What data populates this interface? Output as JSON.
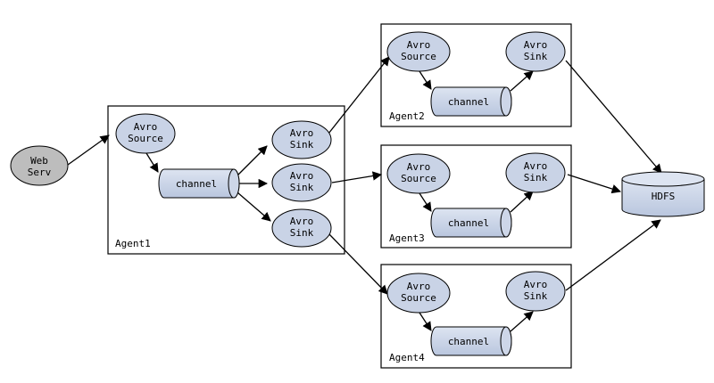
{
  "web": {
    "line1": "Web",
    "line2": "Serv"
  },
  "agents": {
    "agent1": {
      "label": "Agent1",
      "source": [
        "Avro",
        "Source"
      ],
      "channel": "channel",
      "sinks": [
        [
          "Avro",
          "Sink"
        ],
        [
          "Avro",
          "Sink"
        ],
        [
          "Avro",
          "Sink"
        ]
      ]
    },
    "agent2": {
      "label": "Agent2",
      "source": [
        "Avro",
        "Source"
      ],
      "channel": "channel",
      "sink": [
        "Avro",
        "Sink"
      ]
    },
    "agent3": {
      "label": "Agent3",
      "source": [
        "Avro",
        "Source"
      ],
      "channel": "channel",
      "sink": [
        "Avro",
        "Sink"
      ]
    },
    "agent4": {
      "label": "Agent4",
      "source": [
        "Avro",
        "Source"
      ],
      "channel": "channel",
      "sink": [
        "Avro",
        "Sink"
      ]
    }
  },
  "hdfs": {
    "label": "HDFS"
  }
}
